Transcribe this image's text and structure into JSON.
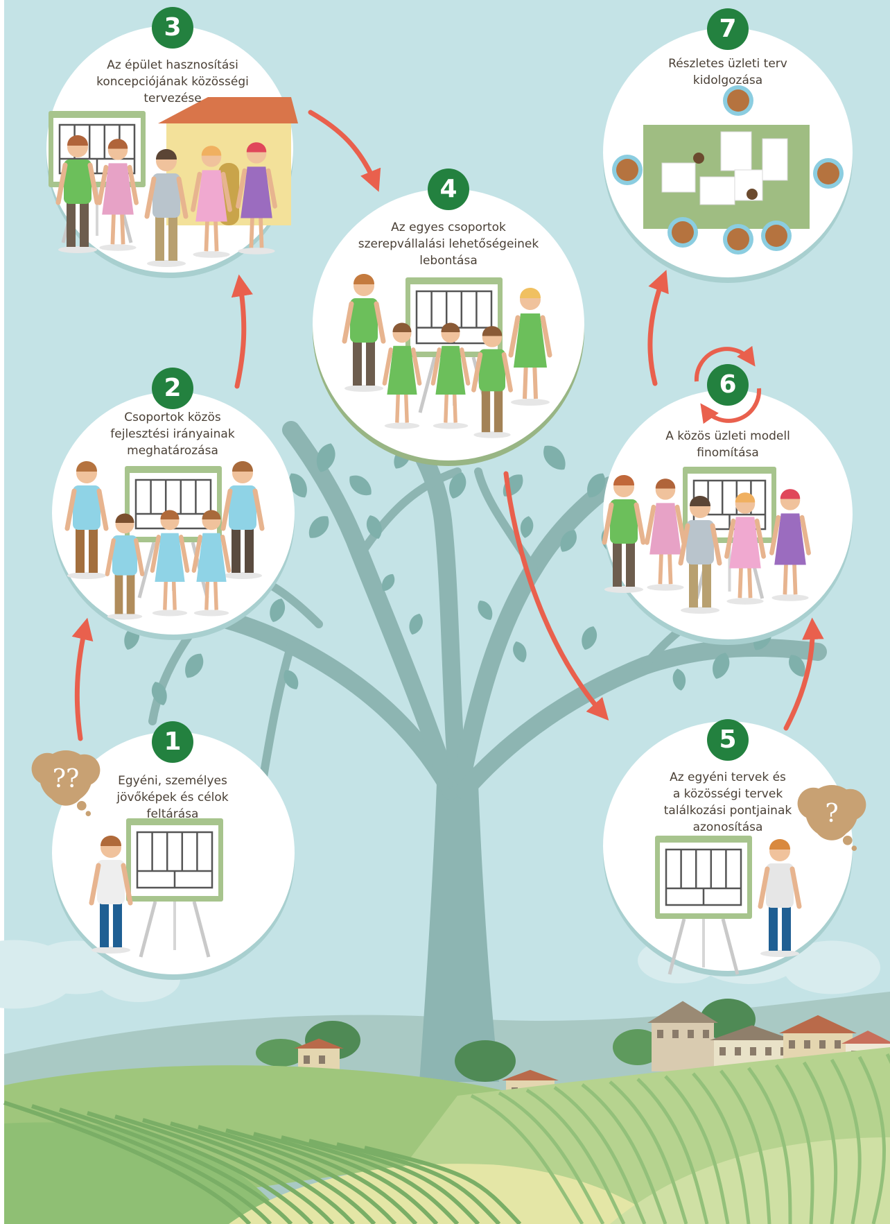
{
  "colors": {
    "sky": "#c4e3e6",
    "tree": "#8db5b2",
    "leaf": "#7fb0ab",
    "badge": "#23813f",
    "arrow": "#e9604d",
    "circle_fill": "#ffffff",
    "caption_text": "#4a4036",
    "field_green": "#9fc67c",
    "field_yellow": "#e4e6a6"
  },
  "steps": [
    {
      "number": "1",
      "lines": [
        "Egyéni, személyes",
        "jövőképek és célok",
        "feltárása"
      ],
      "thought_bubble": "??"
    },
    {
      "number": "2",
      "lines": [
        "Csoportok közös",
        "fejlesztési irányainak",
        "meghatározása"
      ]
    },
    {
      "number": "3",
      "lines": [
        "Az épület hasznosítási",
        "koncepciójának közösségi",
        "tervezése"
      ]
    },
    {
      "number": "4",
      "lines": [
        "Az egyes csoportok",
        "szerepvállalási lehetőségeinek",
        "lebontása"
      ]
    },
    {
      "number": "5",
      "lines": [
        "Az egyéni tervek és",
        "a közösségi tervek",
        "találkozási pontjainak",
        "azonosítása"
      ],
      "thought_bubble": "?"
    },
    {
      "number": "6",
      "lines": [
        "A közös üzleti modell",
        "finomítása"
      ]
    },
    {
      "number": "7",
      "lines": [
        "Részletes üzleti terv",
        "kidolgozása"
      ]
    }
  ],
  "icons": {
    "arrows": "flow-arrow-icon",
    "refresh": "refresh-cycle-icon",
    "flipchart": "flipchart-icon",
    "building": "building-icon",
    "person": "person-icon",
    "thought": "thought-bubble-icon"
  }
}
